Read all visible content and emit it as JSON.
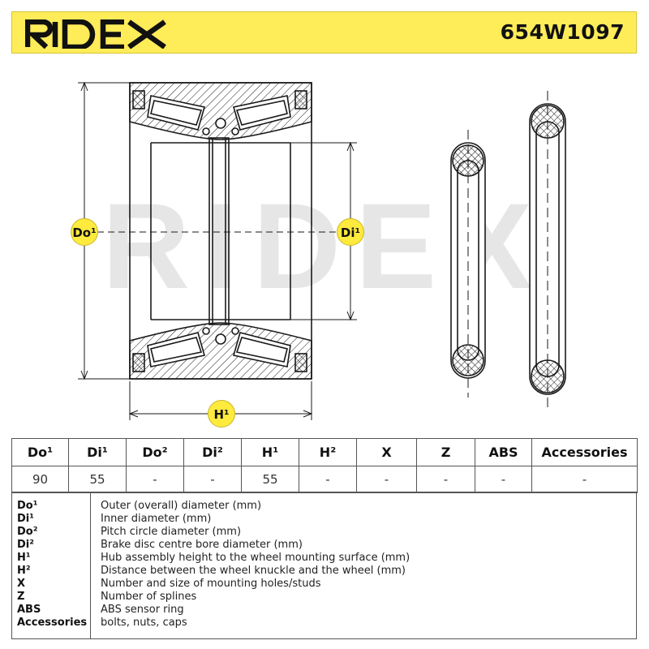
{
  "header": {
    "brand": "RIDEX",
    "part_number": "654W1097"
  },
  "drawing": {
    "watermark": "RIDEX",
    "dimension_labels": {
      "outer_diameter": "Do¹",
      "inner_diameter": "Di¹",
      "height": "H¹"
    }
  },
  "colors": {
    "accent_yellow": "#ffec59",
    "badge_yellow": "#ffea3e",
    "watermark_gray": "#e6e6e6",
    "line_dark": "#1a1a1a"
  },
  "specs": {
    "headers": [
      "Do¹",
      "Di¹",
      "Do²",
      "Di²",
      "H¹",
      "H²",
      "X",
      "Z",
      "ABS",
      "Accessories"
    ],
    "values": [
      "90",
      "55",
      "-",
      "-",
      "55",
      "-",
      "-",
      "-",
      "-",
      "-"
    ]
  },
  "legend": [
    {
      "code": "Do¹",
      "desc": "Outer (overall) diameter (mm)"
    },
    {
      "code": "Di¹",
      "desc": "Inner diameter (mm)"
    },
    {
      "code": "Do²",
      "desc": "Pitch circle diameter (mm)"
    },
    {
      "code": "Di²",
      "desc": "Brake disc centre bore diameter (mm)"
    },
    {
      "code": "H¹",
      "desc": "Hub assembly height to the wheel mounting surface (mm)"
    },
    {
      "code": "H²",
      "desc": "Distance between the wheel knuckle and the wheel (mm)"
    },
    {
      "code": "X",
      "desc": "Number and size of mounting holes/studs"
    },
    {
      "code": "Z",
      "desc": "Number of splines"
    },
    {
      "code": "ABS",
      "desc": "ABS sensor ring"
    },
    {
      "code": "Accessories",
      "desc": "bolts, nuts, caps"
    }
  ]
}
